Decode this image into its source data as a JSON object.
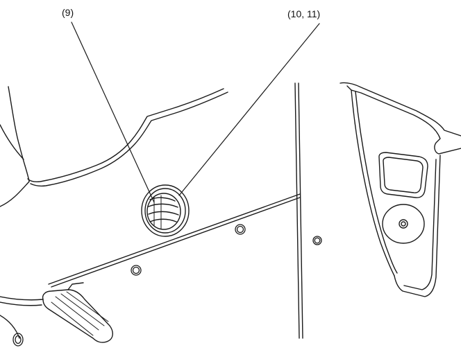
{
  "callouts": [
    {
      "id": "9",
      "text": "(9)"
    },
    {
      "id": "10-11",
      "text": "(10, 11)"
    }
  ],
  "colors": {
    "line": "#1a1a1a",
    "background": "#ffffff"
  }
}
